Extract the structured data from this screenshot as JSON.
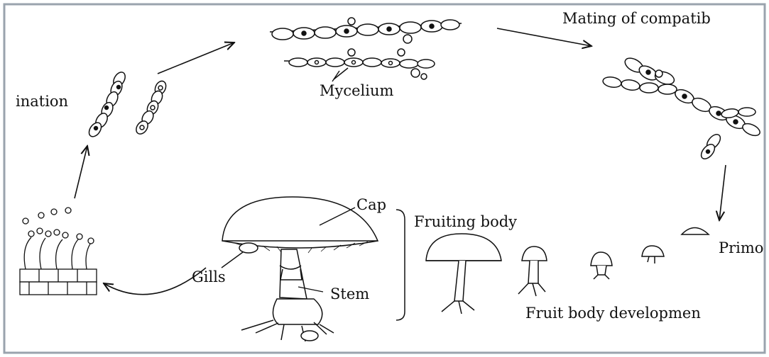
{
  "labels": {
    "germination": "ination",
    "mycelium": "Mycelium",
    "mating": "Mating of compatib",
    "primordia": "Primo",
    "fruit_development": "Fruit body developmen",
    "fruiting_body": "Fruiting body",
    "cap": "Cap",
    "gills": "Gills",
    "stem": "Stem"
  },
  "colors": {
    "ink": "#111111",
    "background": "#ffffff",
    "frame": "#9aa3ad"
  }
}
